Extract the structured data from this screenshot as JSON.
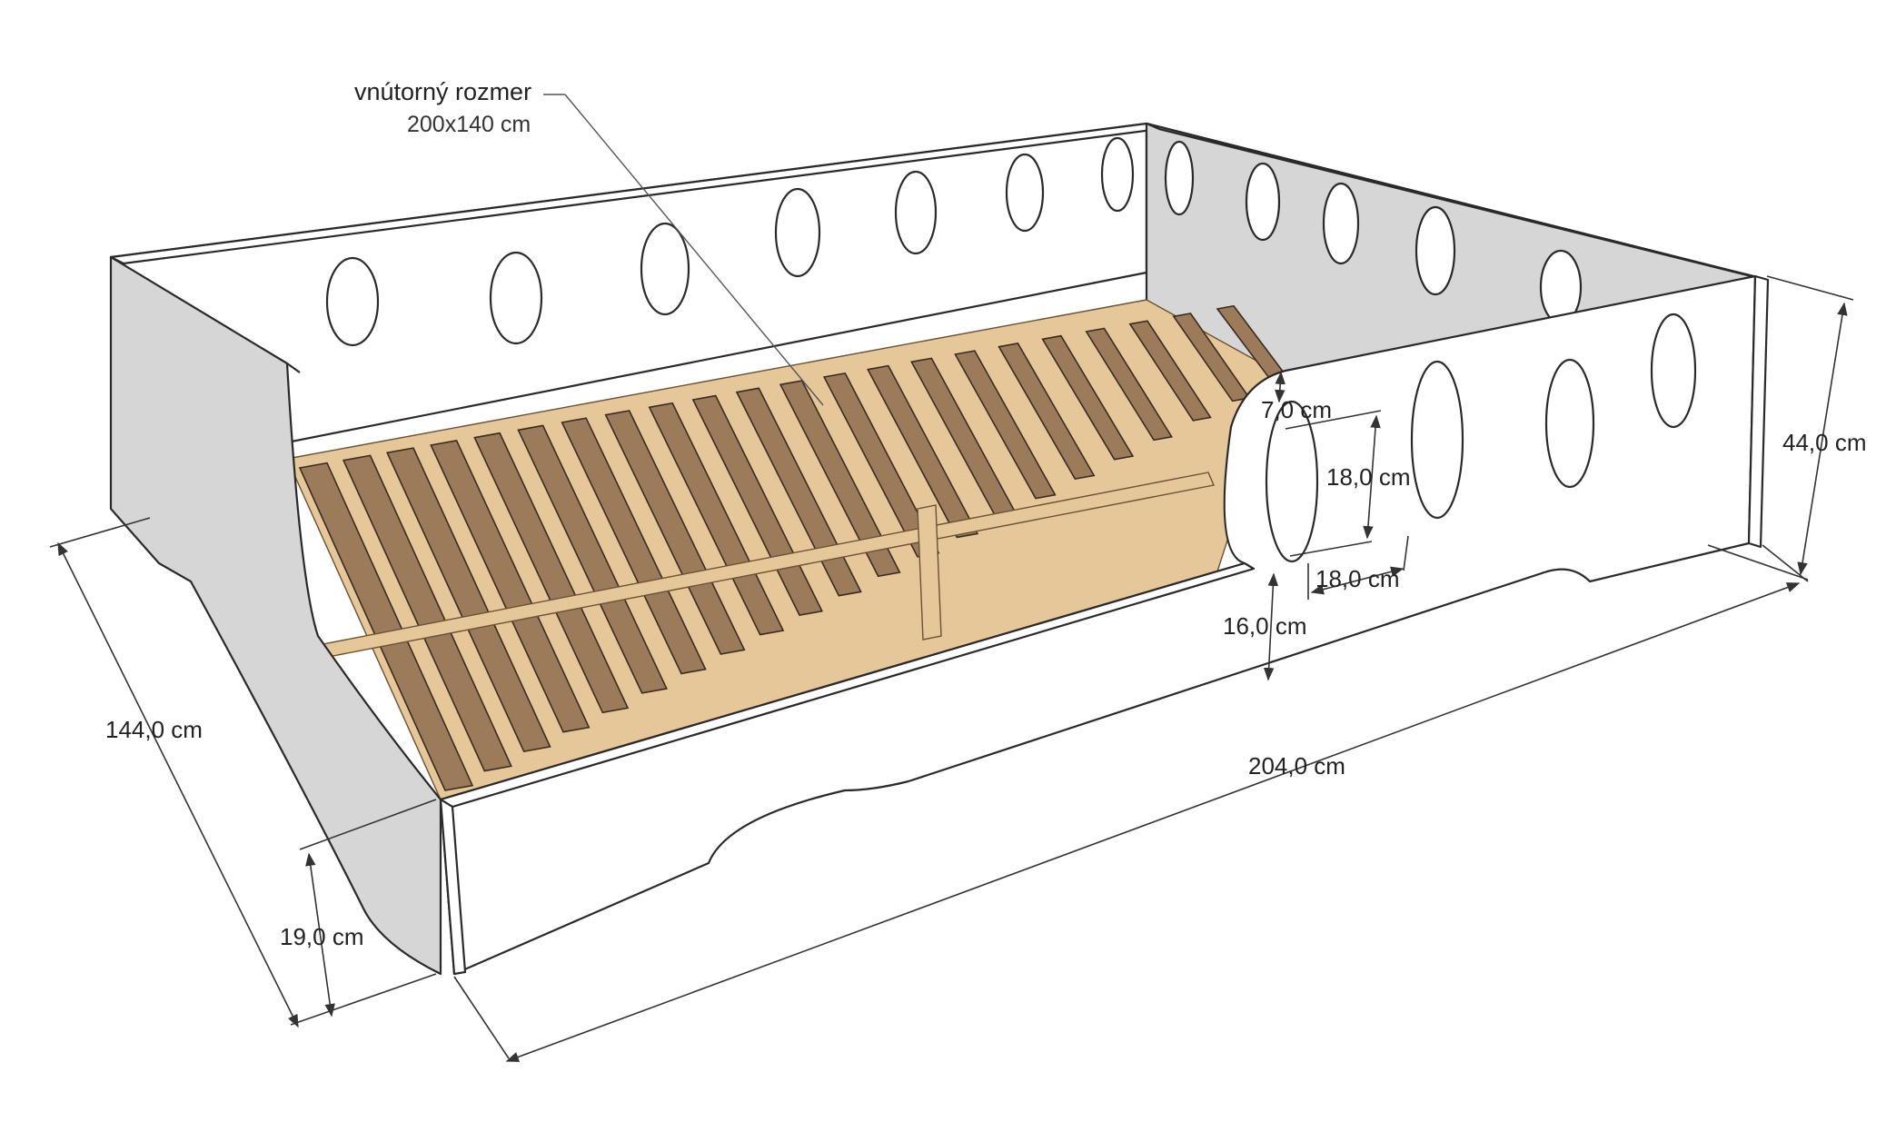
{
  "note": {
    "title": "vnútorný rozmer",
    "value": "200x140 cm"
  },
  "dimensions": {
    "total_height": "44,0 cm",
    "total_width": "144,0 cm",
    "total_length": "204,0 cm",
    "front_height": "19,0 cm",
    "hole_top_offset": "7,0 cm",
    "hole_height": "18,0 cm",
    "hole_width": "18,0 cm",
    "hole_bottom_offset": "16,0 cm"
  },
  "colors": {
    "slat": "#9c7b5b",
    "rail": "#e6c79a",
    "panel": "#ffffff",
    "inner_panel": "#d6d6d6"
  }
}
